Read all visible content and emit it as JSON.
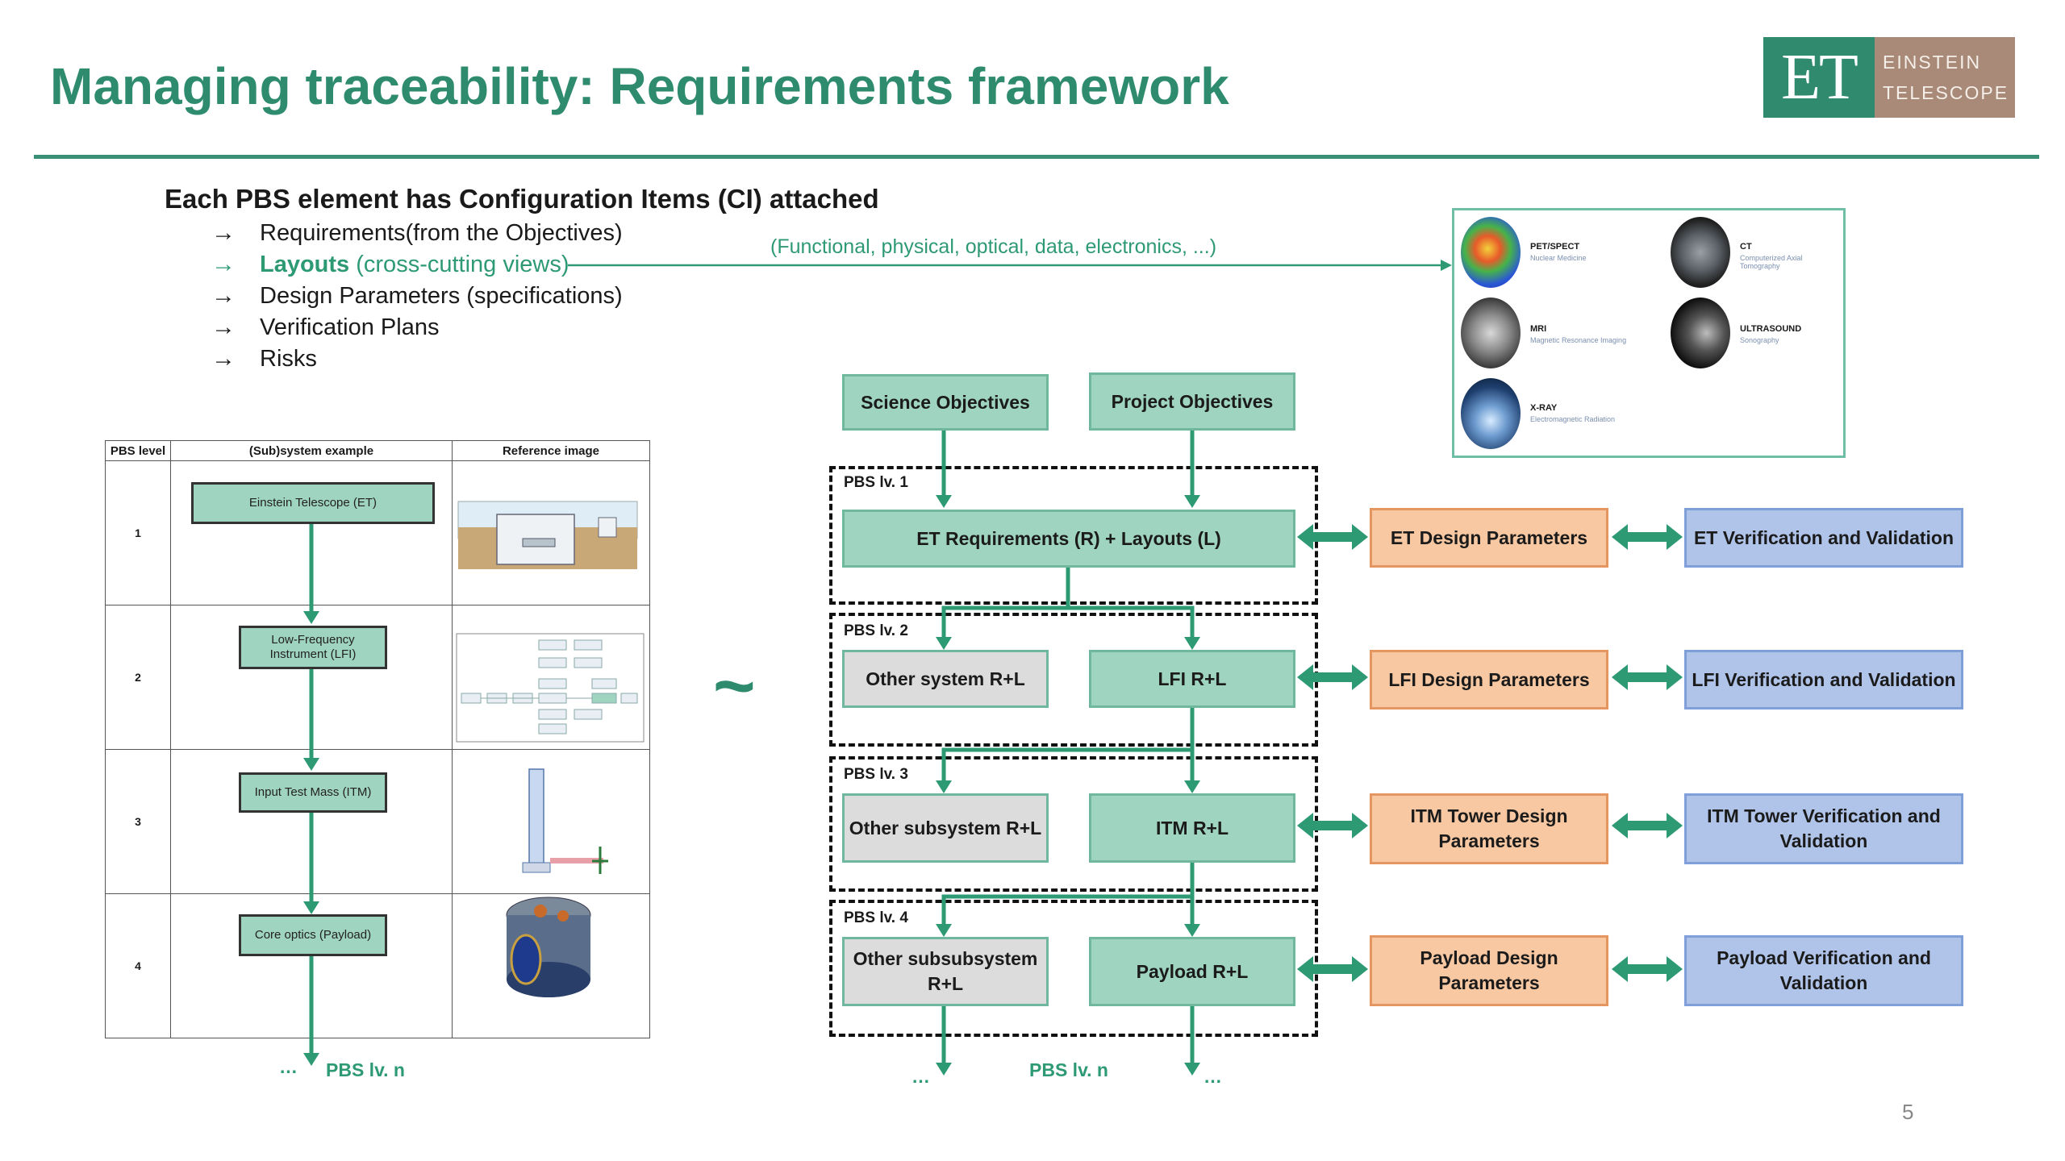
{
  "slide": {
    "title": "Managing traceability: Requirements framework",
    "page_number": "5"
  },
  "logo": {
    "mark": "ET",
    "line1": "EINSTEIN",
    "line2": "TELESCOPE"
  },
  "ci": {
    "heading": "Each PBS element has Configuration Items (CI) attached",
    "items": [
      {
        "arrow": "→",
        "label": "Requirements(from the Objectives)",
        "extra": ""
      },
      {
        "arrow": "→",
        "label": "Layouts",
        "extra": " (cross-cutting views)"
      },
      {
        "arrow": "→",
        "label": "Design Parameters (specifications)",
        "extra": ""
      },
      {
        "arrow": "→",
        "label": "Verification Plans",
        "extra": ""
      },
      {
        "arrow": "→",
        "label": "Risks",
        "extra": ""
      }
    ],
    "functional_note": "(Functional, physical, optical, data, electronics, ...)"
  },
  "imaging": [
    {
      "label": "PET/SPECT",
      "sub": "Nuclear Medicine"
    },
    {
      "label": "CT",
      "sub": "Computerized Axial Tomography"
    },
    {
      "label": "MRI",
      "sub": "Magnetic Resonance Imaging"
    },
    {
      "label": "ULTRASOUND",
      "sub": "Sonography"
    },
    {
      "label": "X-RAY",
      "sub": "Electromagnetic Radiation"
    }
  ],
  "pbs_table": {
    "headers": [
      "PBS level",
      "(Sub)system example",
      "Reference image"
    ],
    "rows": [
      {
        "level": "1",
        "system": "Einstein Telescope (ET)"
      },
      {
        "level": "2",
        "system": "Low-Frequency Instrument (LFI)"
      },
      {
        "level": "3",
        "system": "Input Test Mass (ITM)"
      },
      {
        "level": "4",
        "system": "Core optics (Payload)"
      }
    ],
    "continuation": "…",
    "continuation_label": "PBS lv. n"
  },
  "tilde": "~",
  "framework": {
    "science_objectives": "Science Objectives",
    "project_objectives": "Project Objectives",
    "levels": [
      {
        "tag": "PBS lv. 1",
        "main": "ET Requirements (R) + Layouts (L)",
        "other": "",
        "design": "ET Design Parameters",
        "verification": "ET Verification and Validation"
      },
      {
        "tag": "PBS lv. 2",
        "main": "LFI R+L",
        "other": "Other system R+L",
        "design": "LFI Design Parameters",
        "verification": "LFI Verification and Validation"
      },
      {
        "tag": "PBS lv. 3",
        "main": "ITM R+L",
        "other": "Other subsystem R+L",
        "design": "ITM Tower Design Parameters",
        "verification": "ITM Tower Verification and Validation"
      },
      {
        "tag": "PBS lv. 4",
        "main": "Payload R+L",
        "other": "Other subsubsystem R+L",
        "design": "Payload Design Parameters",
        "verification": "Payload Verification and Validation"
      }
    ],
    "continuation_left": "…",
    "continuation_right": "…",
    "continuation_label": "PBS lv. n"
  },
  "colors": {
    "accent_green": "#2e8b6e",
    "box_green": "#9fd4c1",
    "box_orange": "#f8c8a2",
    "box_blue": "#b0c4ea",
    "box_gray": "#dcdcdc"
  }
}
